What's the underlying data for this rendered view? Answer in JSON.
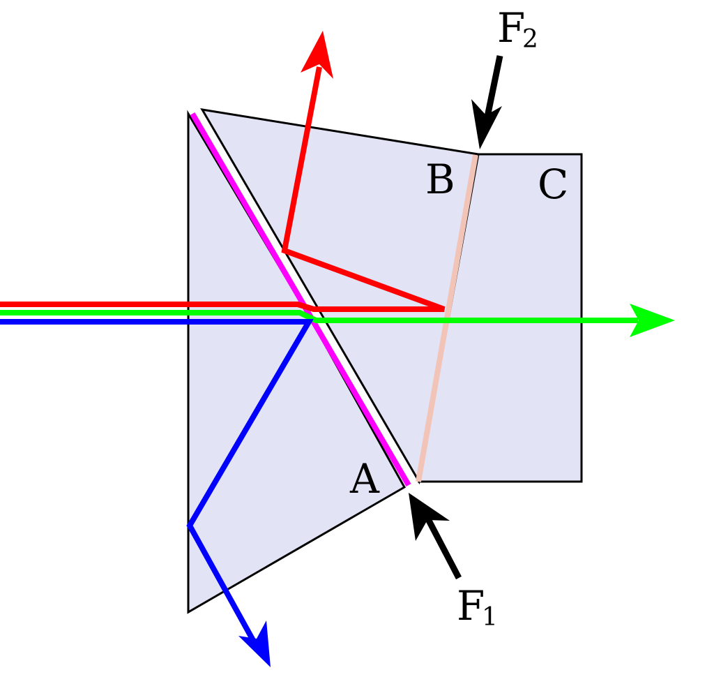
{
  "labels": {
    "prism_a": "A",
    "prism_b": "B",
    "prism_c": "C",
    "force_1": {
      "letter": "F",
      "sub": "1"
    },
    "force_2": {
      "letter": "F",
      "sub": "2"
    }
  },
  "colors": {
    "background": "#ffffff",
    "prism_fill": "#e3e3f6",
    "prism_stroke": "#000000",
    "red_beam": "#ff0000",
    "green_beam": "#00ff00",
    "blue_beam": "#0000ff",
    "dichroic_coating_1": "#ff00ff",
    "dichroic_coating_2": "#f2c4b8",
    "force_arrow": "#000000"
  }
}
